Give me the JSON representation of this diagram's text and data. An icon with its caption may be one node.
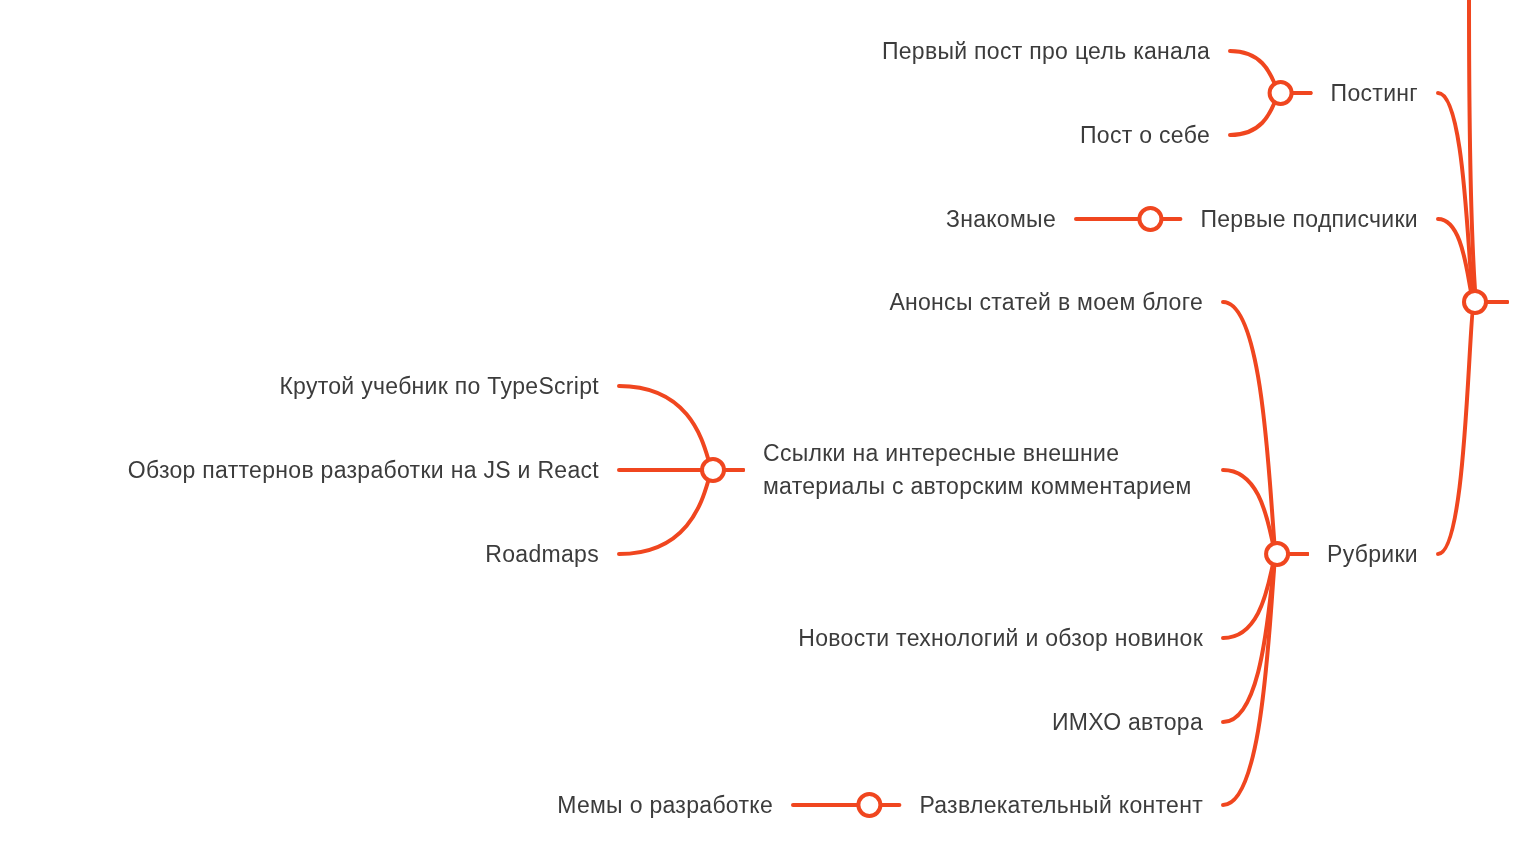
{
  "diagram": {
    "nodes": [
      {
        "text": [
          "Постинг"
        ]
      },
      {
        "text": [
          "Первый пост про цель канала"
        ]
      },
      {
        "text": [
          "Пост о себе"
        ]
      },
      {
        "text": [
          "Первые подписчики"
        ]
      },
      {
        "text": [
          "Знакомые"
        ]
      },
      {
        "text": [
          "Рубрики"
        ]
      },
      {
        "text": [
          "Анонсы статей в моем блоге"
        ]
      },
      {
        "text": [
          "Ссылки на интересные внешние материалы с авторским комментарием"
        ]
      },
      {
        "text": [
          "Крутой учебник по TypeScript"
        ]
      },
      {
        "text": [
          "Обзор паттернов разработки на JS и React"
        ]
      },
      {
        "text": [
          "Roadmaps"
        ]
      },
      {
        "text": [
          "Новости технологий и обзор новинок"
        ]
      },
      {
        "text": [
          "ИМХО автора"
        ]
      },
      {
        "text": [
          "Развлекательный контент"
        ]
      },
      {
        "text": [
          "Мемы о разработке"
        ]
      }
    ],
    "edges": [
      {
        "from": null,
        "to": 0,
        "arrow": "none"
      },
      {
        "from": 0,
        "to": 1,
        "arrow": "none"
      },
      {
        "from": 0,
        "to": 2,
        "arrow": "none"
      },
      {
        "from": null,
        "to": 3,
        "arrow": "none"
      },
      {
        "from": 3,
        "to": 4,
        "arrow": "none"
      },
      {
        "from": null,
        "to": 5,
        "arrow": "none"
      },
      {
        "from": 5,
        "to": 6,
        "arrow": "none"
      },
      {
        "from": 5,
        "to": 7,
        "arrow": "none"
      },
      {
        "from": 7,
        "to": 8,
        "arrow": "none"
      },
      {
        "from": 7,
        "to": 9,
        "arrow": "none"
      },
      {
        "from": 7,
        "to": 10,
        "arrow": "none"
      },
      {
        "from": 5,
        "to": 11,
        "arrow": "none"
      },
      {
        "from": 5,
        "to": 12,
        "arrow": "none"
      },
      {
        "from": 5,
        "to": 13,
        "arrow": "none"
      },
      {
        "from": 13,
        "to": 14,
        "arrow": "none"
      }
    ]
  }
}
